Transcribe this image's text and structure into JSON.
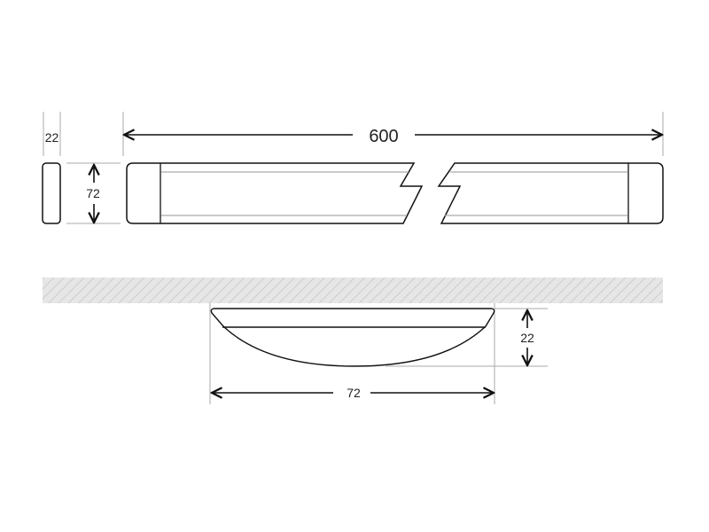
{
  "dimensions": {
    "end_width": "22",
    "height_front": "72",
    "length": "600",
    "depth_section": "22",
    "width_section": "72"
  },
  "colors": {
    "line": "#111111",
    "dim_line": "#aaaaaa",
    "hatch": "#cfcfcf"
  }
}
